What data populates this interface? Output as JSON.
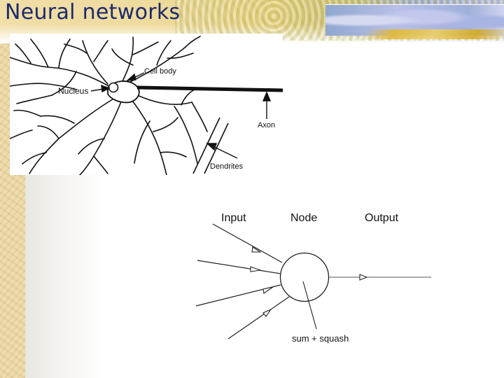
{
  "slide": {
    "title": "Neural networks"
  },
  "neuron_diagram": {
    "labels": {
      "cell_body": "Cell body",
      "nucleus": "Nucleus",
      "axon": "Axon",
      "dendrites": "Dendrites"
    }
  },
  "node_diagram": {
    "labels": {
      "input": "Input",
      "node": "Node",
      "output": "Output",
      "function": "sum + squash"
    }
  }
}
